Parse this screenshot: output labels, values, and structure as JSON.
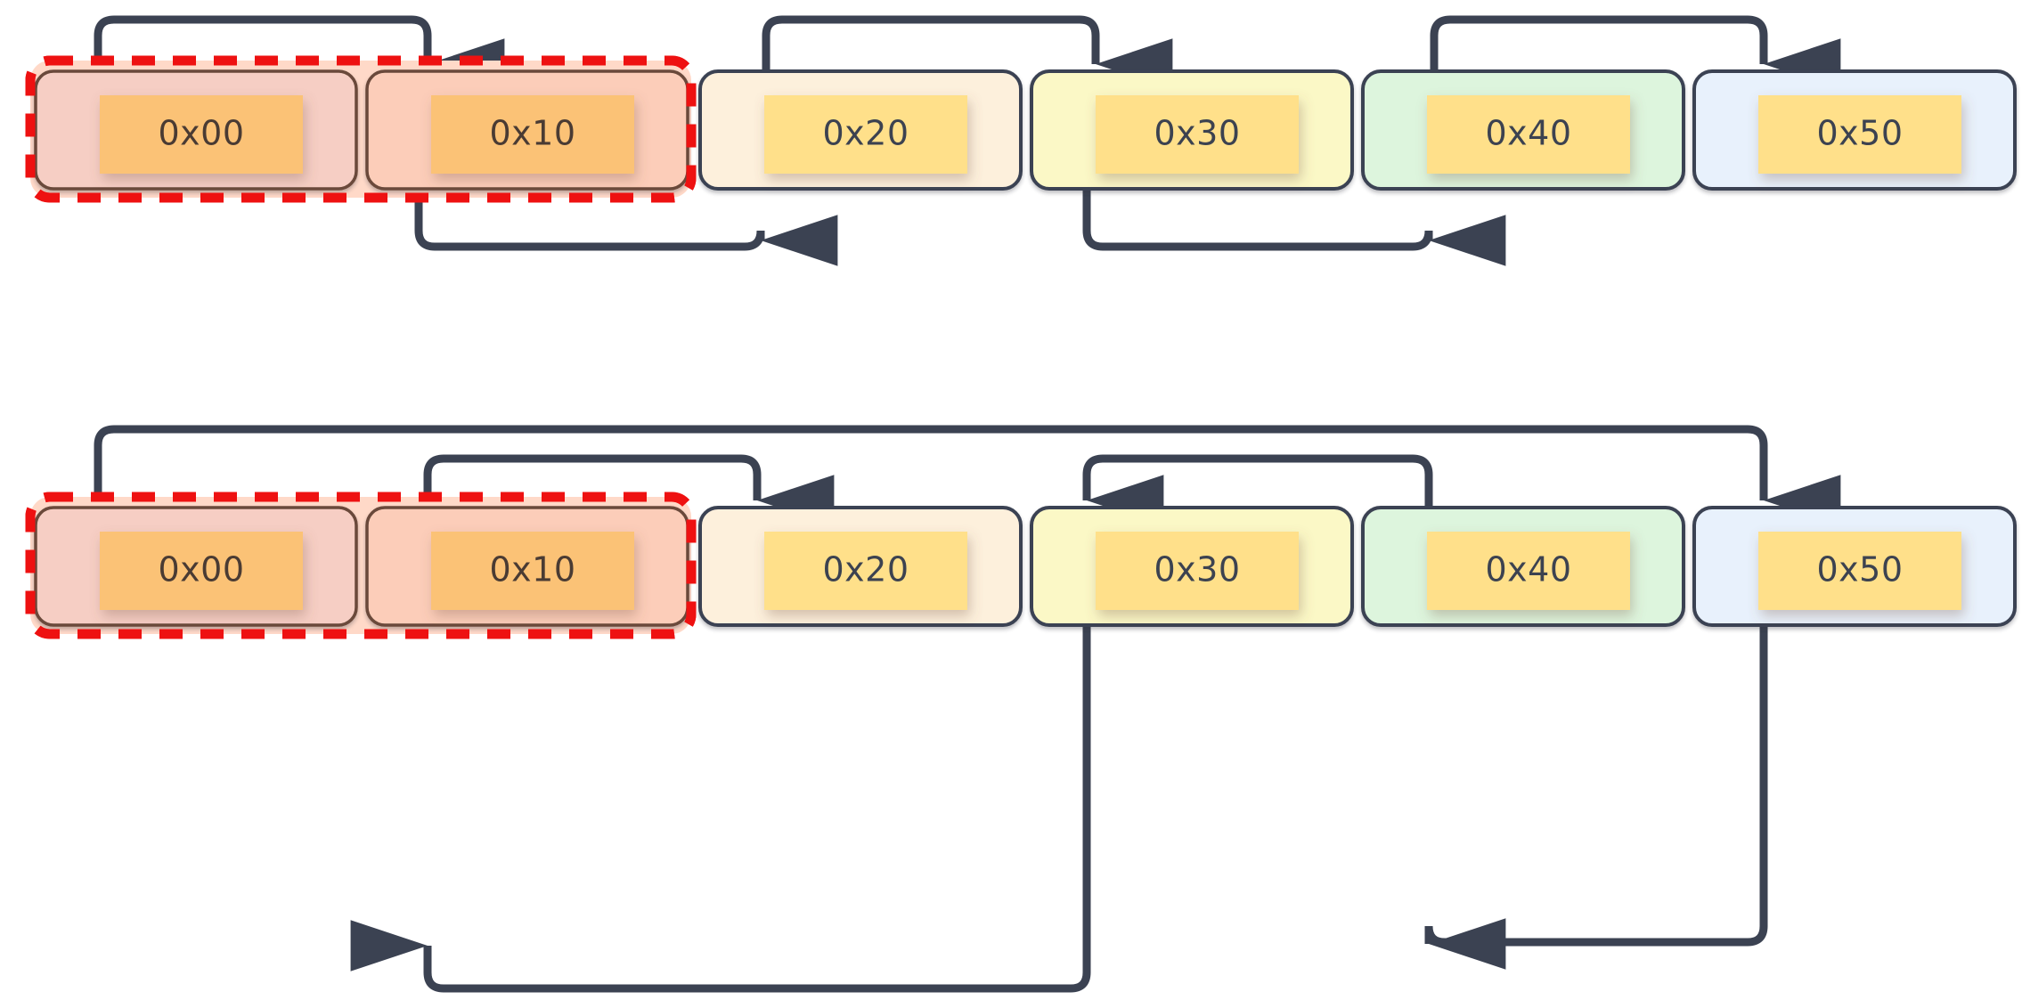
{
  "diagram": {
    "title": "memory-cell-pointer-diagram",
    "type": "memory-layout",
    "palette": {
      "stroke": "#3b4252",
      "highlight": "#ee1111",
      "highlight_backdrop": "#ffd9c8",
      "cell_border": "#6b4a3a",
      "tile_orange": "#fbc276",
      "tile_yellow": "#ffe08a",
      "background": "#ffffff",
      "text_warm": "#4a3b33",
      "text_cool": "#3c4250"
    },
    "rows": [
      {
        "name": "row-top",
        "cells": [
          {
            "label": "0x00",
            "fill": "#f6cec4",
            "tile": "#fbc276",
            "text": "#4a3b33",
            "highlighted": true
          },
          {
            "label": "0x10",
            "fill": "#fccdb9",
            "tile": "#fbc276",
            "text": "#4a3b33",
            "highlighted": true
          },
          {
            "label": "0x20",
            "fill": "#fdf0dc",
            "tile": "#ffe08a",
            "text": "#3c4250",
            "highlighted": false
          },
          {
            "label": "0x30",
            "fill": "#fbf8c6",
            "tile": "#ffe08a",
            "text": "#3c4250",
            "highlighted": false
          },
          {
            "label": "0x40",
            "fill": "#ddf5dd",
            "tile": "#ffe08a",
            "text": "#3c4250",
            "highlighted": false
          },
          {
            "label": "0x50",
            "fill": "#e8f1fc",
            "tile": "#ffe08a",
            "text": "#3c4250",
            "highlighted": false
          }
        ],
        "arrows_above": [
          {
            "name": "arrow-top-0x00-to-0x10",
            "from_cell": 0,
            "to_cell": 1,
            "direction": "down"
          },
          {
            "name": "arrow-top-0x20-to-0x30",
            "from_cell": 2,
            "to_cell": 3,
            "direction": "down"
          },
          {
            "name": "arrow-top-0x40-to-0x50",
            "from_cell": 4,
            "to_cell": 5,
            "direction": "down"
          }
        ],
        "arrows_below": [
          {
            "name": "arrow-bottom-0x10-to-0x20",
            "from_cell": 1,
            "to_cell": 2,
            "direction": "up"
          },
          {
            "name": "arrow-bottom-0x30-to-0x40",
            "from_cell": 3,
            "to_cell": 4,
            "direction": "up"
          }
        ]
      },
      {
        "name": "row-bottom",
        "cells": [
          {
            "label": "0x00",
            "fill": "#f6cec4",
            "tile": "#fbc276",
            "text": "#4a3b33",
            "highlighted": true
          },
          {
            "label": "0x10",
            "fill": "#fccdb9",
            "tile": "#fbc276",
            "text": "#4a3b33",
            "highlighted": true
          },
          {
            "label": "0x20",
            "fill": "#fdf0dc",
            "tile": "#ffe08a",
            "text": "#3c4250",
            "highlighted": false
          },
          {
            "label": "0x30",
            "fill": "#fbf8c6",
            "tile": "#ffe08a",
            "text": "#3c4250",
            "highlighted": false
          },
          {
            "label": "0x40",
            "fill": "#ddf5dd",
            "tile": "#ffe08a",
            "text": "#3c4250",
            "highlighted": false
          },
          {
            "label": "0x50",
            "fill": "#e8f1fc",
            "tile": "#ffe08a",
            "text": "#3c4250",
            "highlighted": false
          }
        ],
        "arrows_above": [
          {
            "name": "arrow-top-0x00-to-0x50",
            "from_cell": 0,
            "to_cell": 5,
            "direction": "down"
          },
          {
            "name": "arrow-top-0x10-to-0x20",
            "from_cell": 1,
            "to_cell": 2,
            "direction": "down"
          },
          {
            "name": "arrow-top-0x40-to-0x30",
            "from_cell": 4,
            "to_cell": 3,
            "direction": "down"
          }
        ],
        "arrows_below": [
          {
            "name": "arrow-bottom-0x30-to-0x10",
            "from_cell": 3,
            "to_cell": 1,
            "direction": "up"
          },
          {
            "name": "arrow-bottom-0x50-to-0x40",
            "from_cell": 5,
            "to_cell": 4,
            "direction": "up"
          }
        ]
      }
    ],
    "highlight_span": {
      "start_cell": 0,
      "end_cell": 1,
      "style": "red-dashed-band"
    }
  }
}
